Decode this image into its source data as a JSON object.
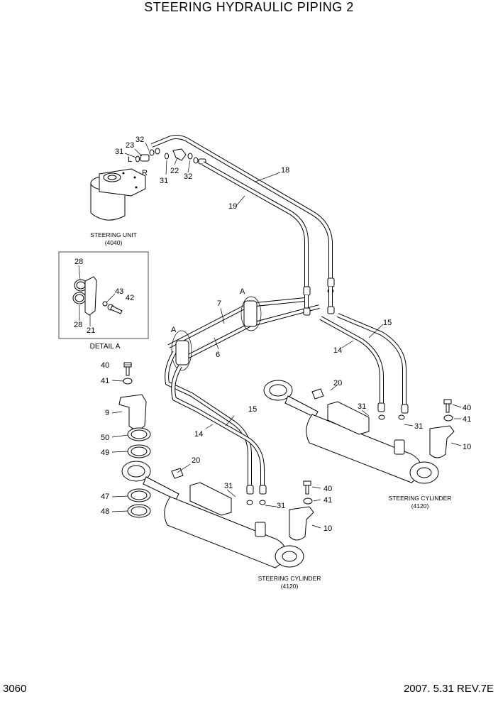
{
  "title": "STEERING HYDRAULIC PIPING 2",
  "page_number": "3060",
  "revision": "2007. 5.31  REV.7E",
  "captions": {
    "steering_unit": "STEERING UNIT",
    "steering_unit_code": "(4040)",
    "detail_a": "DETAIL A",
    "steering_cylinder_right": "STEERING CYLINDER",
    "steering_cylinder_right_code": "(4120)",
    "steering_cylinder_left": "STEERING CYLINDER",
    "steering_cylinder_left_code": "(4120)"
  },
  "port_labels": {
    "l": "L",
    "r": "R"
  },
  "section_marks": [
    "A",
    "A"
  ],
  "callouts": [
    "32",
    "23",
    "31",
    "22",
    "31",
    "32",
    "18",
    "19",
    "28",
    "43",
    "42",
    "28",
    "21",
    "7",
    "6",
    "15",
    "14",
    "40",
    "41",
    "9",
    "50",
    "49",
    "20",
    "47",
    "48",
    "31",
    "31",
    "20",
    "31",
    "31",
    "40",
    "41",
    "10",
    "15",
    "14",
    "40",
    "41",
    "10"
  ]
}
